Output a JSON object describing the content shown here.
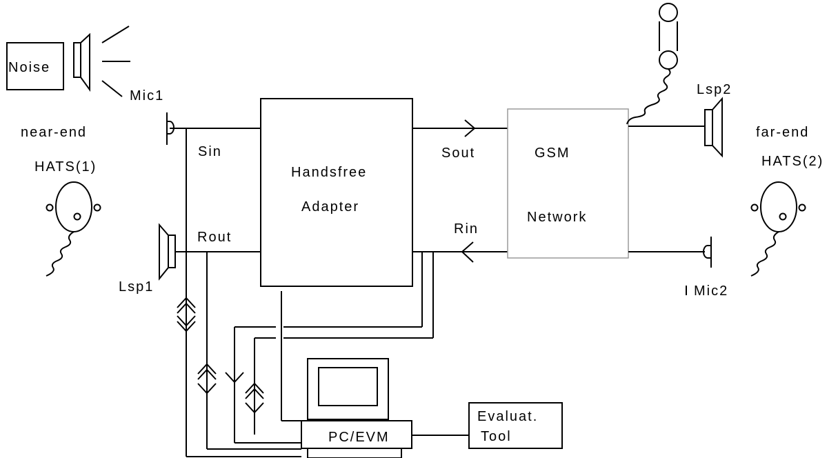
{
  "labels": {
    "noise": "Noise",
    "mic1": "Mic1",
    "near_end": "near-end",
    "hats1": "HATS(1)",
    "sin": "Sin",
    "rout": "Rout",
    "lsp1": "Lsp1",
    "handsfree": "Handsfree",
    "adapter": "Adapter",
    "sout": "Sout",
    "rin": "Rin",
    "gsm": "GSM",
    "network": "Network",
    "lsp2": "Lsp2",
    "far_end": "far-end",
    "hats2": "HATS(2)",
    "mic2": "Mic2",
    "pc_evm": "PC/EVM",
    "evaluat": "Evaluat.",
    "tool": "Tool"
  },
  "icons": [
    "noise-source-box",
    "loudspeaker-icon",
    "microphone-icon",
    "hats-head-icon",
    "telephone-handset-icon",
    "computer-monitor-icon",
    "bidirectional-arrow-icon",
    "down-arrow-icon"
  ]
}
